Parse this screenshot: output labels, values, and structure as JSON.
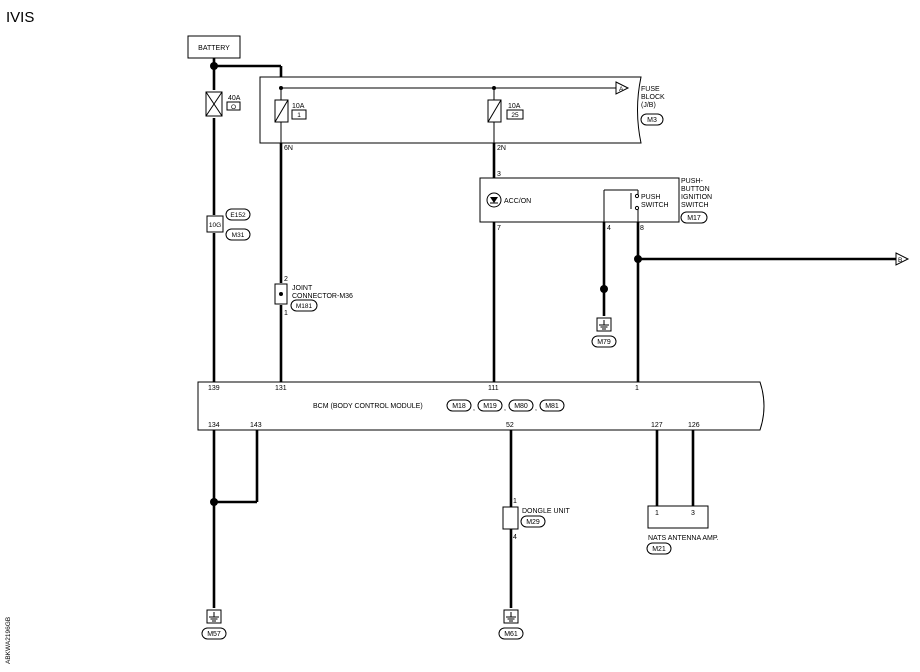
{
  "page": {
    "title": "IVIS",
    "code": "ABKWA2196GB"
  },
  "battery": {
    "label": "BATTERY"
  },
  "fusible_link": {
    "rating": "40A",
    "id": "O"
  },
  "fuse_block": {
    "name_lines": [
      "FUSE",
      "BLOCK",
      "(J/B)"
    ],
    "connector": "M3",
    "fuse1": {
      "rating": "10A",
      "number": "1",
      "terminal": "6N"
    },
    "fuse2": {
      "rating": "10A",
      "number": "25",
      "terminal": "2N"
    },
    "arrow_label": "A"
  },
  "harness_connector": {
    "pin": "10G",
    "connectors": [
      "E152",
      "M31"
    ]
  },
  "ignition_switch": {
    "name_lines": [
      "PUSH-",
      "BUTTON",
      "IGNITION",
      "SWITCH"
    ],
    "connector": "M17",
    "indicator_label": "ACC/ON",
    "switch_label_lines": [
      "PUSH",
      "SWITCH"
    ],
    "pins": {
      "in": "3",
      "acc_out": "7",
      "sw_ground": "4",
      "sw_out": "8"
    }
  },
  "arrow_b": {
    "label": "B"
  },
  "joint_connector": {
    "name_lines": [
      "JOINT",
      "CONNECTOR-M36"
    ],
    "connector": "M181",
    "pins": {
      "top": "2",
      "bottom": "1"
    }
  },
  "ground_m79": {
    "connector": "M79"
  },
  "bcm": {
    "label": "BCM (BODY CONTROL MODULE)",
    "connectors": [
      "M18",
      "M19",
      "M80",
      "M81"
    ],
    "top_pins": [
      "139",
      "131",
      "111",
      "1"
    ],
    "bottom_pins": [
      "134",
      "143",
      "52",
      "127",
      "126"
    ]
  },
  "dongle_unit": {
    "label": "DONGLE UNIT",
    "connector": "M29",
    "pins": {
      "top": "1",
      "bottom": "4"
    }
  },
  "nats_amp": {
    "label": "NATS ANTENNA AMP.",
    "connector": "M21",
    "pins": [
      "1",
      "3"
    ]
  },
  "ground_m57": {
    "connector": "M57"
  },
  "ground_m61": {
    "connector": "M61"
  }
}
